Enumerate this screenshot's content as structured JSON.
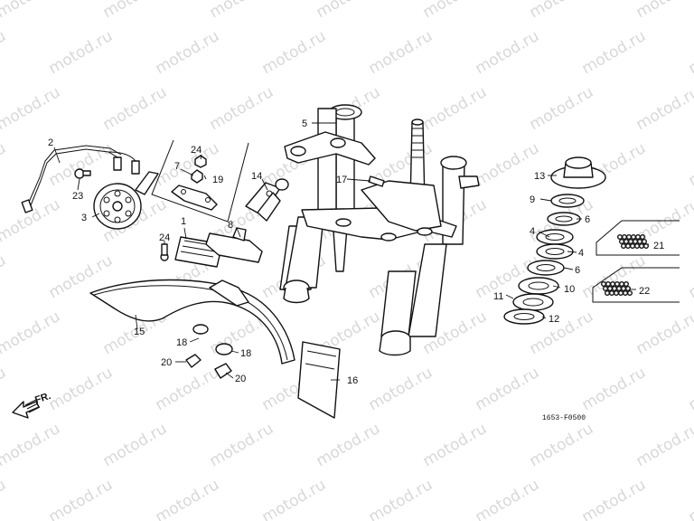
{
  "watermark": {
    "text": "motod.ru",
    "color": "#d8d8d8"
  },
  "callouts": [
    {
      "id": "c1",
      "label": "1"
    },
    {
      "id": "c2",
      "label": "2"
    },
    {
      "id": "c3",
      "label": "3"
    },
    {
      "id": "c4a",
      "label": "4"
    },
    {
      "id": "c4b",
      "label": "4"
    },
    {
      "id": "c5",
      "label": "5"
    },
    {
      "id": "c6a",
      "label": "6"
    },
    {
      "id": "c6b",
      "label": "6"
    },
    {
      "id": "c7",
      "label": "7"
    },
    {
      "id": "c8",
      "label": "8"
    },
    {
      "id": "c9",
      "label": "9"
    },
    {
      "id": "c10",
      "label": "10"
    },
    {
      "id": "c11",
      "label": "11"
    },
    {
      "id": "c12",
      "label": "12"
    },
    {
      "id": "c13",
      "label": "13"
    },
    {
      "id": "c14",
      "label": "14"
    },
    {
      "id": "c15",
      "label": "15"
    },
    {
      "id": "c16",
      "label": "16"
    },
    {
      "id": "c17",
      "label": "17"
    },
    {
      "id": "c18a",
      "label": "18"
    },
    {
      "id": "c18b",
      "label": "18"
    },
    {
      "id": "c19",
      "label": "19"
    },
    {
      "id": "c20a",
      "label": "20"
    },
    {
      "id": "c20b",
      "label": "20"
    },
    {
      "id": "c21",
      "label": "21"
    },
    {
      "id": "c22",
      "label": "22"
    },
    {
      "id": "c23",
      "label": "23"
    },
    {
      "id": "c24a",
      "label": "24"
    },
    {
      "id": "c24b",
      "label": "24"
    }
  ],
  "direction_label": "FR.",
  "diagram_code": "1653-F0500"
}
